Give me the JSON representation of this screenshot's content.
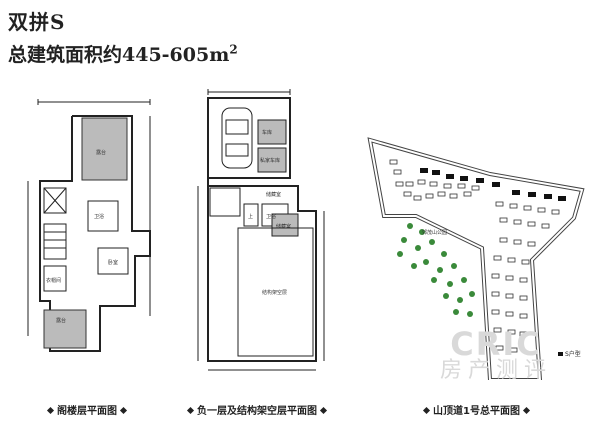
{
  "header": {
    "title": "双拼S",
    "area_text": "总建筑面积约445-605m",
    "area_sup": "2"
  },
  "plans": {
    "attic": {
      "caption": "阁楼层平面图",
      "rooms": {
        "terrace": "露台",
        "bath": "卫浴",
        "bedroom": "卧室",
        "closet": "衣帽间",
        "top": "露台"
      }
    },
    "basement": {
      "caption": "负一层及结构架空层平面图",
      "rooms": {
        "garage": "车库",
        "store1": "储藏室",
        "store2": "私家车库",
        "bath": "卫浴",
        "up": "上",
        "store3": "储藏室",
        "hall": "结构架空层"
      }
    },
    "site": {
      "caption": "山顶道1号总平面图",
      "park": "郊茂山公园",
      "legend": "S户型"
    }
  },
  "watermark": {
    "brand": "CRIC",
    "name": "房产测评"
  }
}
